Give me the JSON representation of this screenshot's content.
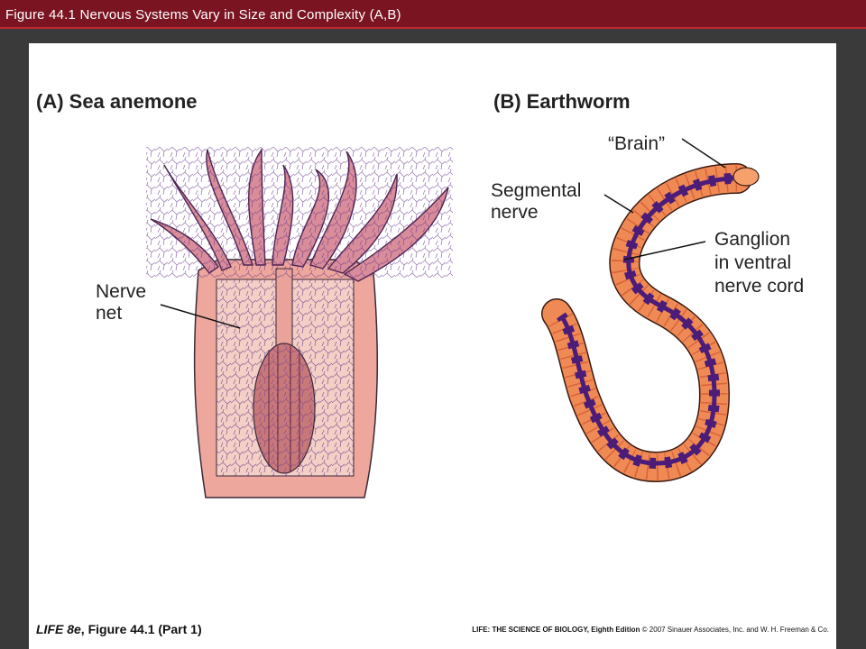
{
  "header": {
    "title": "Figure 44.1 Nervous Systems Vary in Size and Complexity (A,B)"
  },
  "panel_a": {
    "title": "(A)  Sea anemone",
    "callout_line1": "Nerve",
    "callout_line2": "net"
  },
  "panel_b": {
    "title": "(B)  Earthworm",
    "brain": "“Brain”",
    "segmental_line1": "Segmental",
    "segmental_line2": "nerve",
    "ganglion_line1": "Ganglion",
    "ganglion_line2": "in ventral",
    "ganglion_line3": "nerve cord"
  },
  "footer": {
    "book": "LIFE 8e",
    "figure": "Figure 44.1 (Part 1)",
    "publisher_bold": "LIFE: THE SCIENCE OF BIOLOGY, Eighth Edition",
    "publisher_rest": "© 2007 Sinauer Associates, Inc. and W. H. Freeman & Co."
  },
  "colors": {
    "title_bar": "#7a1421",
    "tissue": "#e9a39a",
    "nerve": "#4b1c78",
    "worm": "#f08a55"
  }
}
